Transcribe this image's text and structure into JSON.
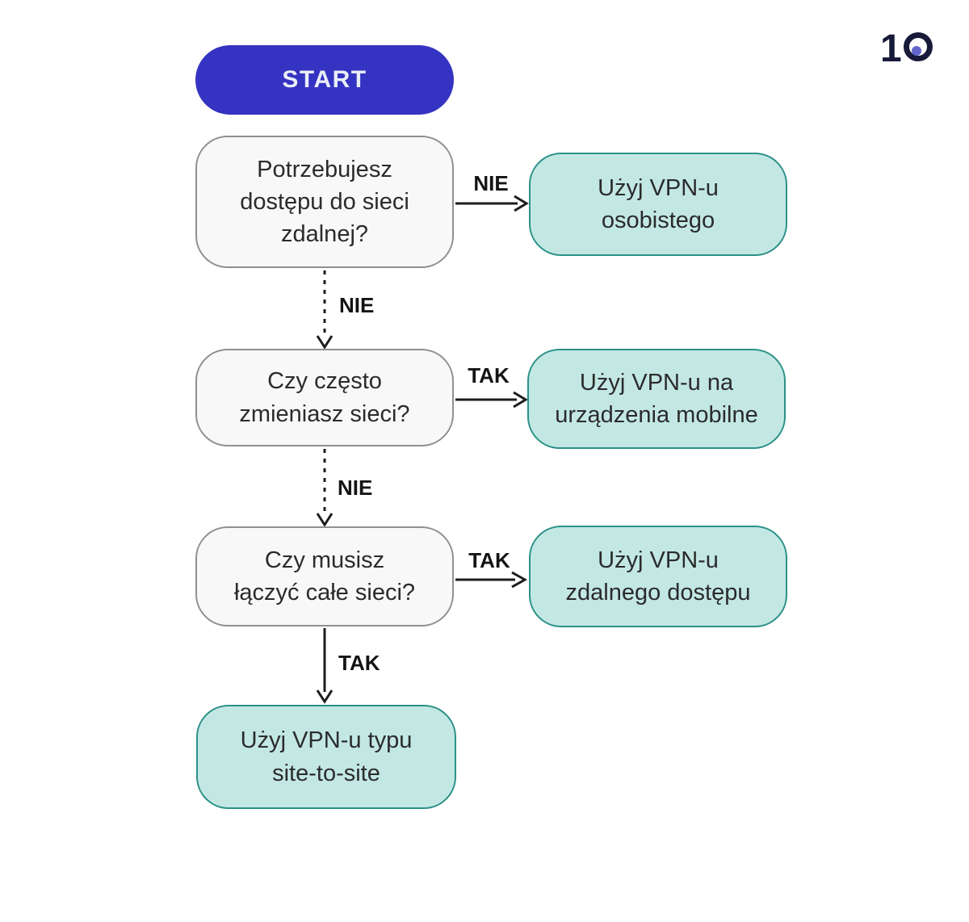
{
  "logo": {
    "name": "ten-logo",
    "text": "10",
    "digit": "1"
  },
  "colors": {
    "background": "#ffffff",
    "start_fill": "#3533c1",
    "start_text": "#e9eef8",
    "decision_fill": "#f8f8f8",
    "decision_border": "#909090",
    "result_fill": "#c3e8e4",
    "result_border": "#2b9187",
    "node_text": "#2b2b2b",
    "arrow": "#1c1c1c",
    "logo_navy": "#171a38",
    "logo_dot": "#6365cc"
  },
  "flowchart": {
    "start": {
      "label": "START"
    },
    "decisions": [
      {
        "id": "q1",
        "text": "Potrzebujesz dostępu do sieci zdalnej?",
        "lines": [
          "Potrzebujesz",
          "dostępu do sieci",
          "zdalnej?"
        ]
      },
      {
        "id": "q2",
        "text": "Czy często zmieniasz sieci?",
        "lines": [
          "Czy często",
          "zmieniasz sieci?"
        ]
      },
      {
        "id": "q3",
        "text": "Czy musisz łączyć całe sieci?",
        "lines": [
          "Czy musisz",
          "łączyć całe sieci?"
        ]
      }
    ],
    "results": [
      {
        "id": "r1",
        "text": "Użyj VPN-u osobistego",
        "lines": [
          "Użyj VPN-u",
          "osobistego"
        ]
      },
      {
        "id": "r2",
        "text": "Użyj VPN-u na urządzenia mobilne",
        "lines": [
          "Użyj VPN-u na",
          "urządzenia mobilne"
        ]
      },
      {
        "id": "r3",
        "text": "Użyj VPN-u zdalnego dostępu",
        "lines": [
          "Użyj VPN-u",
          "zdalnego dostępu"
        ]
      },
      {
        "id": "r4",
        "text": "Użyj VPN-u typu site-to-site",
        "lines": [
          "Użyj VPN-u typu",
          "site-to-site"
        ]
      }
    ],
    "edges": [
      {
        "from": "q1",
        "to": "r1",
        "label": "NIE",
        "direction": "right",
        "style": "solid"
      },
      {
        "from": "q1",
        "to": "q2",
        "label": "NIE",
        "direction": "down",
        "style": "dashed"
      },
      {
        "from": "q2",
        "to": "r2",
        "label": "TAK",
        "direction": "right",
        "style": "solid"
      },
      {
        "from": "q2",
        "to": "q3",
        "label": "NIE",
        "direction": "down",
        "style": "dashed"
      },
      {
        "from": "q3",
        "to": "r3",
        "label": "TAK",
        "direction": "right",
        "style": "solid"
      },
      {
        "from": "q3",
        "to": "r4",
        "label": "TAK",
        "direction": "down",
        "style": "solid"
      }
    ]
  }
}
